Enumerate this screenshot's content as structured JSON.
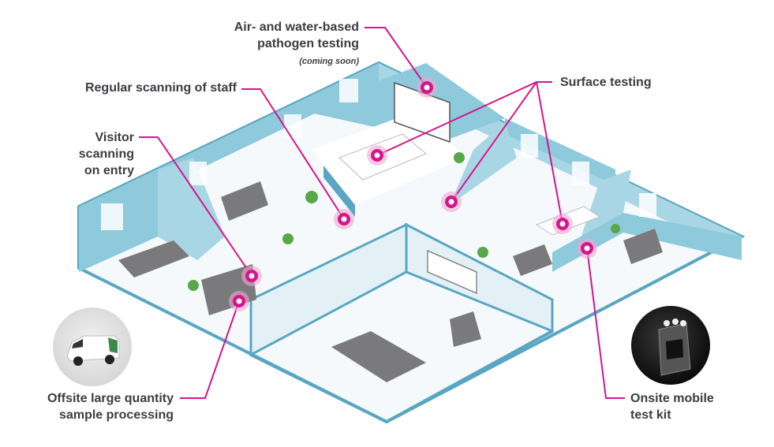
{
  "labels": {
    "air_water": [
      "Air- and water-based",
      "pathogen testing"
    ],
    "air_water_note": "(coming soon)",
    "regular_scanning": "Regular scanning of staff",
    "visitor_scanning": [
      "Visitor",
      "scanning",
      "on entry"
    ],
    "surface_testing": "Surface testing",
    "offsite": [
      "Offsite large quantity",
      "sample processing"
    ],
    "onsite": [
      "Onsite mobile",
      "test kit"
    ]
  },
  "colors": {
    "accent": "#d4168b",
    "accent_halo": "#f0a6d2",
    "wall": "#8ec9dc",
    "wall_dark": "#5aa6c2",
    "floor": "#f5f9fb",
    "text": "#3d3d42"
  },
  "icons": {
    "marker": "target-dot-icon",
    "van": "delivery-van-photo",
    "kit": "test-kit-device-photo"
  }
}
